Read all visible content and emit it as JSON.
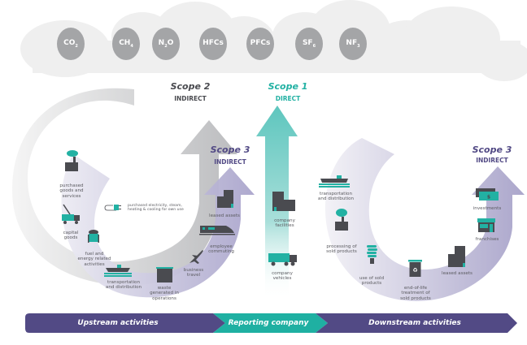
{
  "colors": {
    "teal": "#22b1a3",
    "teal_light": "#6ccbc4",
    "purple_dark": "#524a85",
    "purple_light": "#b3aed0",
    "grey_arrow": "#b5b6b9",
    "icon_dark": "#4a4b50",
    "cloud": "#eeeeee",
    "gas_circle": "#a5a6a8"
  },
  "gases": [
    {
      "label": "CO",
      "sub": "2"
    },
    {
      "label": "CH",
      "sub": "4"
    },
    {
      "label": "N",
      "sub": "2",
      "suffix": "O"
    },
    {
      "label": "HFCs"
    },
    {
      "label": "PFCs"
    },
    {
      "label": "SF",
      "sub": "6"
    },
    {
      "label": "NF",
      "sub": "3"
    }
  ],
  "scopes": {
    "scope2": {
      "title": "Scope 2",
      "subtitle": "INDIRECT"
    },
    "scope1": {
      "title": "Scope 1",
      "subtitle": "DIRECT"
    },
    "scope3_upstream": {
      "title": "Scope 3",
      "subtitle": "INDIRECT"
    },
    "scope3_downstream": {
      "title": "Scope 3",
      "subtitle": "INDIRECT"
    }
  },
  "scope2_item": {
    "line1": "purchased electricity, steam,",
    "line2": "heating & cooling for own use",
    "icon": "plug-icon"
  },
  "upstream_items": [
    {
      "label": [
        "purchased",
        "goods and",
        "services"
      ],
      "icon": "factory-icon"
    },
    {
      "label": [
        "capital",
        "goods"
      ],
      "icon": "crane-truck-icon"
    },
    {
      "label": [
        "fuel and",
        "energy related",
        "activities"
      ],
      "icon": "fuel-cart-icon"
    },
    {
      "label": [
        "transportation",
        "and distribution"
      ],
      "icon": "ship-icon"
    },
    {
      "label": [
        "waste",
        "generated in",
        "operations"
      ],
      "icon": "dumpster-icon"
    },
    {
      "label": [
        "business",
        "travel"
      ],
      "icon": "airplane-icon"
    },
    {
      "label": [
        "employee",
        "commuting"
      ],
      "icon": "train-icon"
    },
    {
      "label": [
        "leased assets"
      ],
      "icon": "building-icon"
    }
  ],
  "scope1_items": [
    {
      "label": [
        "company",
        "facilities"
      ],
      "icon": "building-icon"
    },
    {
      "label": [
        "company",
        "vehicles"
      ],
      "icon": "truck-icon"
    }
  ],
  "downstream_items": [
    {
      "label": [
        "transportation",
        "and distribution"
      ],
      "icon": "ship-icon"
    },
    {
      "label": [
        "processing of",
        "sold products"
      ],
      "icon": "factory-icon"
    },
    {
      "label": [
        "use of sold",
        "products"
      ],
      "icon": "lightbulb-icon"
    },
    {
      "label": [
        "end-of-life",
        "treatment of",
        "sold products"
      ],
      "icon": "recycle-bin-icon"
    },
    {
      "label": [
        "leased assets"
      ],
      "icon": "building-icon"
    },
    {
      "label": [
        "franchises"
      ],
      "icon": "storefront-icon"
    },
    {
      "label": [
        "investments"
      ],
      "icon": "money-icon"
    }
  ],
  "band": {
    "upstream": "Upstream activities",
    "reporting": "Reporting company",
    "downstream": "Downstream activities"
  }
}
